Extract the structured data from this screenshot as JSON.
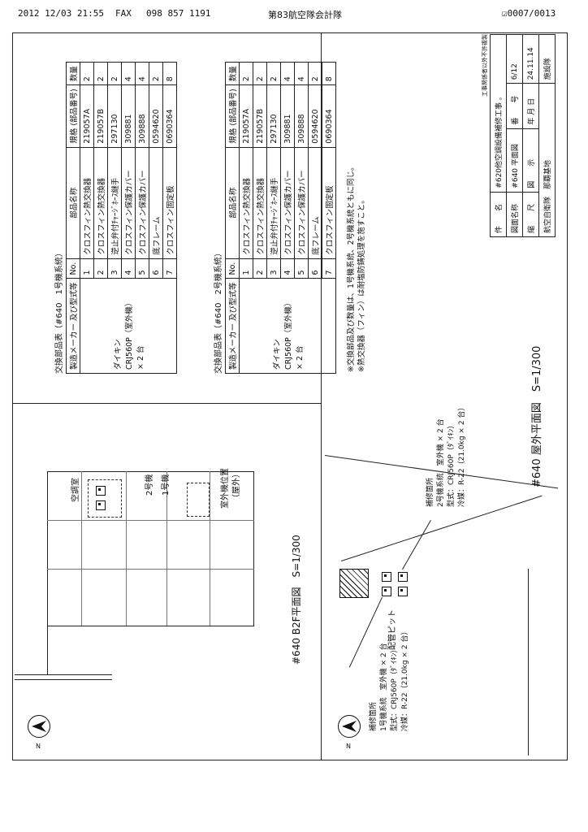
{
  "fax_header": {
    "datetime": "2012 12/03 21:55",
    "fax_label": "FAX",
    "fax_number": "098 857 1191",
    "sender": "第83航空隊会計隊",
    "page": "☑0007/0013"
  },
  "title_block": {
    "note": "工事関係者以外不許複製",
    "rows": [
      {
        "label": "件　　名",
        "value": "#620他空調設備補修工事 ｡"
      },
      {
        "label": "図面名称",
        "value": "#640 平面図",
        "label2": "番　　号",
        "value2": "6/12"
      },
      {
        "label": "縮　　尺",
        "value": "図　　示",
        "label2": "年 月 日",
        "value2": "24.11.14"
      },
      {
        "label": "",
        "value": "航空自衛隊　那覇基地",
        "value2": "施設隊"
      }
    ]
  },
  "table1": {
    "title": "交換部品表（#640　1号機系統）",
    "headers": [
      "製造メーカー\n及び型式等",
      "No.",
      "部品名称",
      "規格\n(部品番号)",
      "数量"
    ],
    "maker": "ダイキン",
    "model": "CRJ560P（室外機）",
    "qty_units": "× 2 台",
    "rows": [
      {
        "no": "1",
        "name": "クロスフィン熱交換器",
        "part": "219057A",
        "qty": "2"
      },
      {
        "no": "2",
        "name": "クロスフィン熱交換器",
        "part": "219057B",
        "qty": "2"
      },
      {
        "no": "3",
        "name": "逆止弁付ﾁｬｰｼﾞﾎｰｽ継手",
        "part": "297130",
        "qty": "2"
      },
      {
        "no": "4",
        "name": "クロスフィン保護カバー",
        "part": "309881",
        "qty": "4"
      },
      {
        "no": "5",
        "name": "クロスフィン保護カバー",
        "part": "309888",
        "qty": "4"
      },
      {
        "no": "6",
        "name": "底フレーム",
        "part": "0594620",
        "qty": "2"
      },
      {
        "no": "7",
        "name": "クロスフィン固定板",
        "part": "0690364",
        "qty": "8"
      }
    ]
  },
  "table2": {
    "title": "交換部品表（#640　2号機系統）",
    "headers": [
      "製造メーカー\n及び型式等",
      "No.",
      "部品名称",
      "規格\n(部品番号)",
      "数量"
    ],
    "maker": "ダイキン",
    "model": "CRJ560P（室外機）",
    "qty_units": "× 2 台",
    "rows": [
      {
        "no": "1",
        "name": "クロスフィン熱交換器",
        "part": "219057A",
        "qty": "2"
      },
      {
        "no": "2",
        "name": "クロスフィン熱交換器",
        "part": "219057B",
        "qty": "2"
      },
      {
        "no": "3",
        "name": "逆止弁付ﾁｬｰｼﾞﾎｰｽ継手",
        "part": "297130",
        "qty": "2"
      },
      {
        "no": "4",
        "name": "クロスフィン保護カバー",
        "part": "309881",
        "qty": "4"
      },
      {
        "no": "5",
        "name": "クロスフィン保護カバー",
        "part": "309888",
        "qty": "4"
      },
      {
        "no": "6",
        "name": "底フレーム",
        "part": "0594620",
        "qty": "2"
      },
      {
        "no": "7",
        "name": "クロスフィン固定板",
        "part": "0690364",
        "qty": "8"
      }
    ]
  },
  "notes": [
    "※交換部品及び数量は、1号機系統、2号機系統ともに同じ。",
    "※熱交換器（フィン）は耐塩防錆処理を施すこと。"
  ],
  "outdoor_plan": {
    "title": "#640 屋外平面図　S=1/300",
    "pit_label": "配管ピット",
    "callout1": {
      "head": "補修箇所",
      "line1": "1号機系統　室外機 × 2 台",
      "line2": "型式：CRJ560P（ﾀﾞｲｷﾝ）",
      "line3": "冷媒：R-22（21.0kg × 2 台）"
    },
    "callout2": {
      "head": "補修箇所",
      "line1": "2号機系統　室外機 × 2 台",
      "line2": "型式：CRJ560P（ﾀﾞｲｷﾝ）",
      "line3": "冷媒：R-22（21.0kg × 2 台）"
    }
  },
  "b2f_plan": {
    "title": "#640 B2F平面図　S=1/300",
    "room_label": "空調室",
    "unit2": "2号機",
    "unit1": "1号機",
    "outdoor_pos": "室外機位置",
    "outdoor_pos_sub": "（屋外）"
  },
  "compass_label": "N"
}
